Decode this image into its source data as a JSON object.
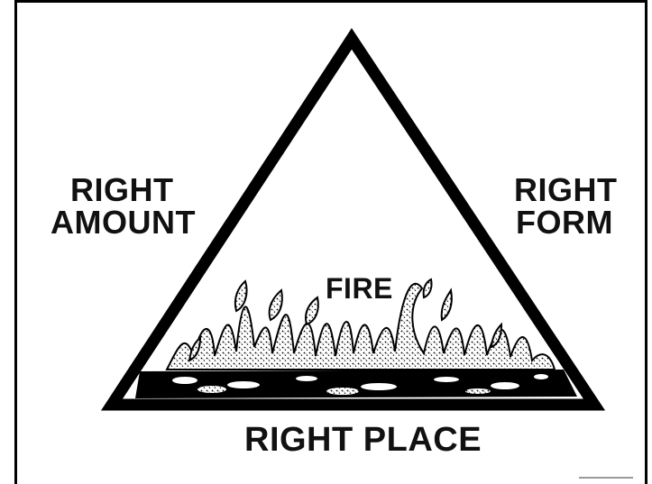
{
  "diagram": {
    "left_label": [
      "RIGHT",
      "AMOUNT"
    ],
    "right_label": [
      "RIGHT",
      "FORM"
    ],
    "bottom_label": "RIGHT PLACE",
    "center_label": "FIRE"
  },
  "colors": {
    "ink": "#000000",
    "background": "#ffffff"
  }
}
